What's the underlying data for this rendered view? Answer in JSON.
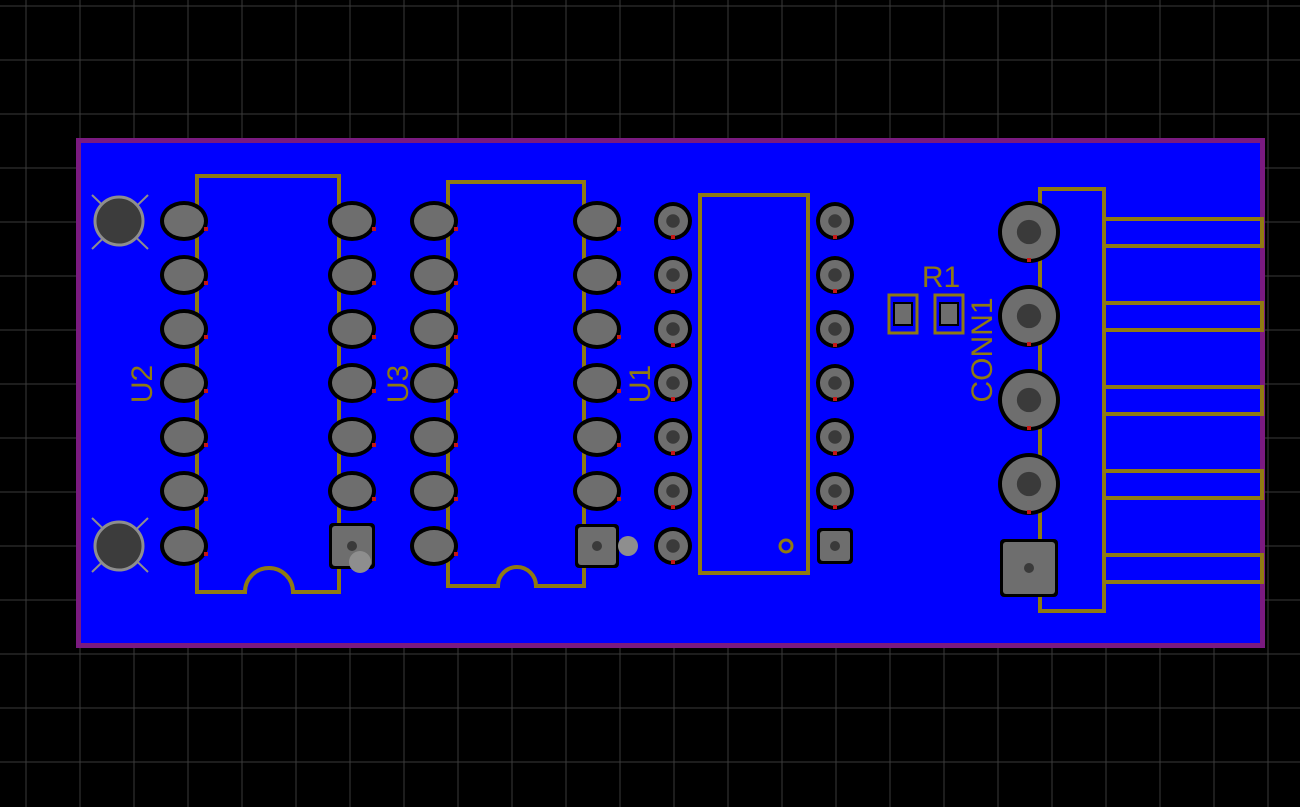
{
  "colors": {
    "background": "#000000",
    "grid": "#3a3a3a",
    "board_outline": "#7a1a80",
    "board_fill": "#0000ff",
    "silkscreen": "#8f7a12",
    "pad": "#6e6e6e",
    "pad_ring": "#000000",
    "drill_marker": "#c41616",
    "mount_hole": "#3c3c3c",
    "mount_ring": "#8e8e8e"
  },
  "components": {
    "u2": {
      "designator": "U2"
    },
    "u3": {
      "designator": "U3"
    },
    "u1": {
      "designator": "U1"
    },
    "r1": {
      "designator": "R1"
    },
    "conn1": {
      "designator": "CONN1"
    }
  }
}
